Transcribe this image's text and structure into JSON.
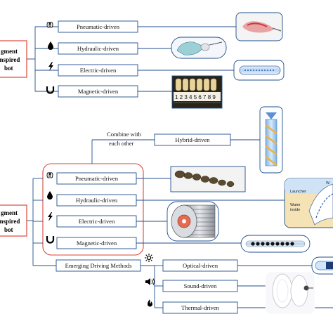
{
  "top_group": {
    "title_lines": [
      "gment",
      "inspired",
      "bot"
    ],
    "items": [
      {
        "label": "Pneumatic-driven",
        "icon": "lung-icon"
      },
      {
        "label": "Hydraulic-driven",
        "icon": "water-drop-icon"
      },
      {
        "label": "Electric-driven",
        "icon": "lightning-icon"
      },
      {
        "label": "Magnetic-driven",
        "icon": "magnet-icon"
      }
    ],
    "ruler_digits": "1 2 3 4 5 6 7 8 9"
  },
  "bottom_group": {
    "title_lines": [
      "gment",
      "inspired",
      "bot"
    ],
    "combine_label_lines": [
      "Combine with",
      "each other"
    ],
    "hybrid_label": "Hybrid-driven",
    "items": [
      {
        "label": "Pneumatic-driven",
        "icon": "lung-icon"
      },
      {
        "label": "Hydraulic-driven",
        "icon": "water-drop-icon"
      },
      {
        "label": "Electric-driven",
        "icon": "lightning-icon"
      },
      {
        "label": "Magnetic-driven",
        "icon": "magnet-icon"
      }
    ],
    "emerging_label": "Emerging Driving Methods",
    "emerging_items": [
      {
        "label": "Optical-driven",
        "icon": "sun-icon"
      },
      {
        "label": "Sound-driven",
        "icon": "speaker-icon"
      },
      {
        "label": "Thermal-driven",
        "icon": "flame-icon"
      }
    ],
    "hydraulic_photo_text": {
      "top": "Launcher",
      "bottom_lines": [
        "Water",
        "inside"
      ],
      "corner": "W"
    }
  },
  "colors": {
    "box_border": "#1f4e8c",
    "line": "#1f4e8c",
    "title_box": "#e0473a",
    "red_group": "#d9453b"
  }
}
